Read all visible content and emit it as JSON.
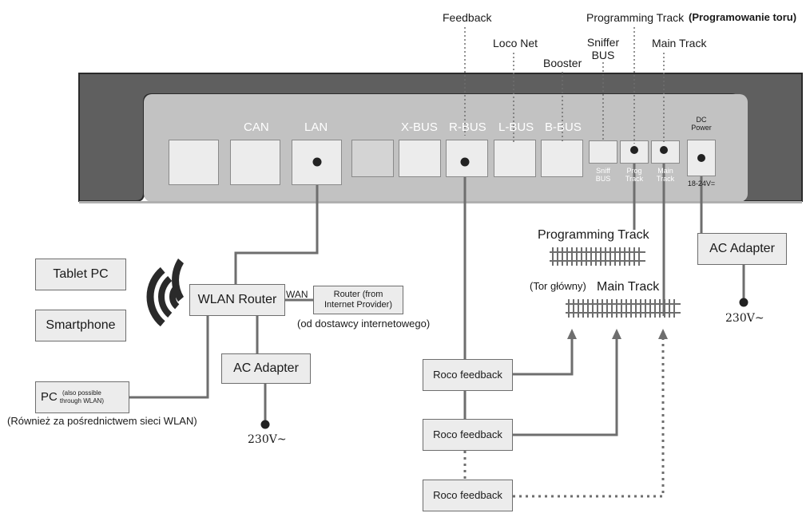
{
  "top_labels": {
    "feedback": "Feedback",
    "loco_net": "Loco Net",
    "booster": "Booster",
    "sniffer_bus": [
      "Sniffer",
      "BUS"
    ],
    "programming_track": "Programming Track",
    "programming_track_pl": "(Programowanie toru)",
    "main_track": "Main Track"
  },
  "ports": {
    "can": "CAN",
    "lan": "LAN",
    "x_bus": "X-BUS",
    "r_bus": "R-BUS",
    "l_bus": "L-BUS",
    "b_bus": "B-BUS",
    "dc_power": [
      "DC",
      "Power"
    ],
    "sniff_bus": [
      "Sniff",
      "BUS"
    ],
    "prog_track": [
      "Prog",
      "Track"
    ],
    "main_track": [
      "Main",
      "Track"
    ],
    "voltage": "18-24V="
  },
  "devices": {
    "tablet": "Tablet PC",
    "smartphone": "Smartphone",
    "wlan_router": "WLAN Router",
    "wan": "WAN",
    "router": [
      "Router (from",
      "Internet Provider)"
    ],
    "router_pl": "(od dostawcy internetowego)",
    "pc": "PC",
    "pc_note": [
      "(also possible",
      "through WLAN)"
    ],
    "pc_pl": "(Również za pośrednictwem sieci WLAN)",
    "ac_adapter_left": "AC Adapter",
    "ac_adapter_right": "AC Adapter",
    "volt_left": "230V~",
    "volt_right": "230V~"
  },
  "tracks": {
    "programming": "Programming Track",
    "main": "Main Track",
    "main_pl": "(Tor główny)"
  },
  "feedback": {
    "box1": "Roco feedback",
    "box2": "Roco feedback",
    "box3": "Roco feedback"
  },
  "colors": {
    "device_body": "#5f5f5f",
    "device_panel": "#c2c2c2",
    "line": "#6e6e6e",
    "box_fill": "#ececec"
  }
}
